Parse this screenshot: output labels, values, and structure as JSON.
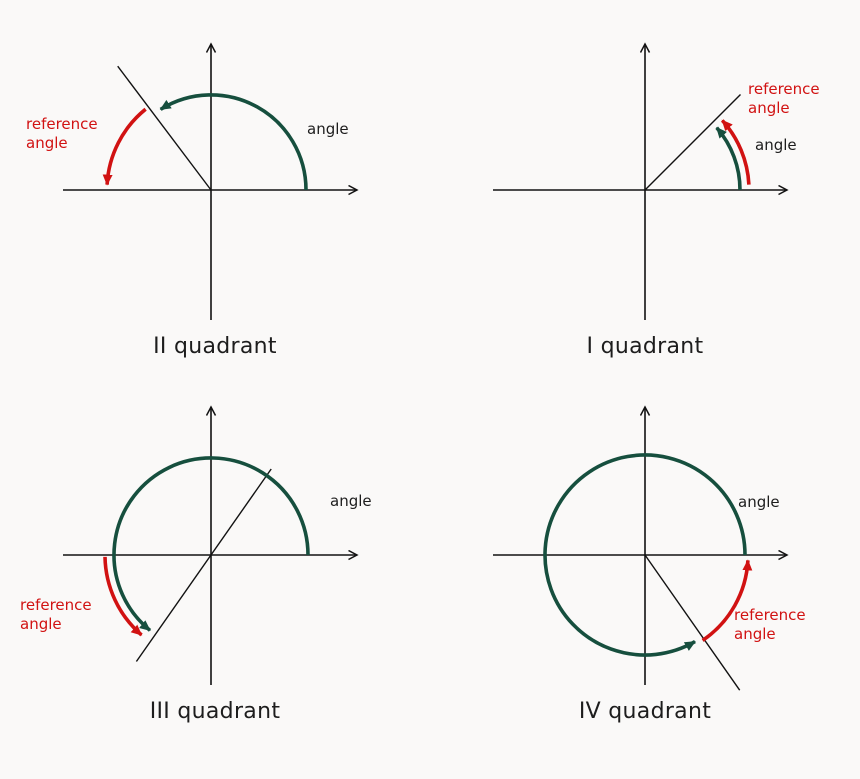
{
  "colors": {
    "c-angle": "#164f3e",
    "c-ref": "#d11212",
    "c-axis": "#121212",
    "c-text": "#1d1d1d",
    "c-bg": "#faf9f8"
  },
  "panels": [
    {
      "caption": "II quadrant",
      "angle_label": "angle",
      "reference_label_line1": "reference",
      "reference_label_line2": "angle"
    },
    {
      "caption": "I quadrant",
      "angle_label": "angle",
      "reference_label_line1": "reference",
      "reference_label_line2": "angle"
    },
    {
      "caption": "III quadrant",
      "angle_label": "angle",
      "reference_label_line1": "reference",
      "reference_label_line2": "angle"
    },
    {
      "caption": "IV quadrant",
      "angle_label": "angle",
      "reference_label_line1": "reference",
      "reference_label_line2": "angle"
    }
  ]
}
